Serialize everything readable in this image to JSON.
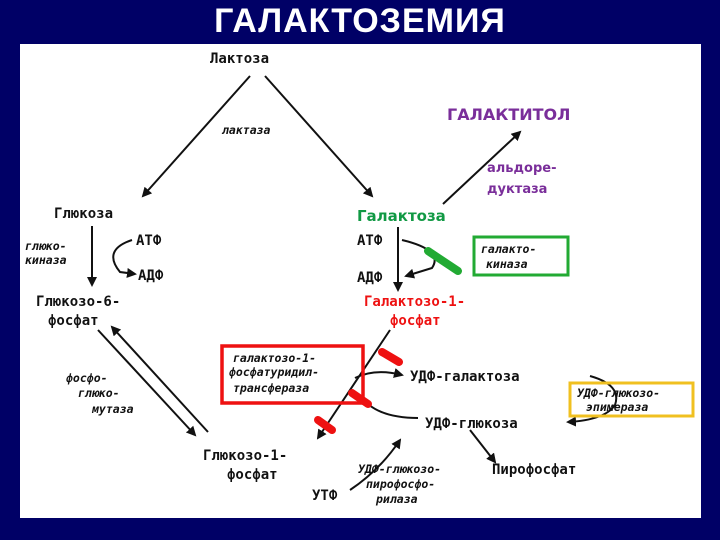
{
  "title": "ГАЛАКТОЗЕМИЯ",
  "nodes": {
    "lactose": "Лактоза",
    "galactitol": "ГАЛАКТИТОЛ",
    "glucose": "Глюкоза",
    "galactose": "Галактоза",
    "atp1": "АТФ",
    "adp1": "АДФ",
    "atp2": "АТФ",
    "adp2": "АДФ",
    "g6p_1": "Глюкозо-6-",
    "g6p_2": "фосфат",
    "gal1p_1": "Галактозо-1-",
    "gal1p_2": "фосфат",
    "udp_gal": "УДФ-галактоза",
    "udp_glc": "УДФ-глюкоза",
    "g1p_1": "Глюкозо-1-",
    "g1p_2": "фосфат",
    "pyrophosphate": "Пирофосфат",
    "utp": "УТФ"
  },
  "enzymes": {
    "lactase": "лактаза",
    "aldose_1": "альдоре-",
    "aldose_2": "дуктаза",
    "glucokinase_1": "глюко-",
    "glucokinase_2": "киназа",
    "galactokinase_1": "галакто-",
    "galactokinase_2": "киназа",
    "transferase_1": "галактозо-1-",
    "transferase_2": "фосфатуридил-",
    "transferase_3": "трансфераза",
    "epimerase_1": "УДФ-глюкозо-",
    "epimerase_2": "эпимераза",
    "pgm_1": "фосфо-",
    "pgm_2": "глюко-",
    "pgm_3": "мутаза",
    "pyro_1": "УДФ-глюкозо-",
    "pyro_2": "пирофосфо-",
    "pyro_3": "рилаза"
  },
  "colors": {
    "background": "#000066",
    "panel": "#ffffff",
    "defect_marker": "#ee1111",
    "green_box": "#22aa33",
    "red_box": "#ee1111",
    "yellow_box": "#f0c020",
    "galactitol": "#7a2e9a",
    "galactose": "#119944",
    "galactose_phosphate": "#ee1111"
  }
}
